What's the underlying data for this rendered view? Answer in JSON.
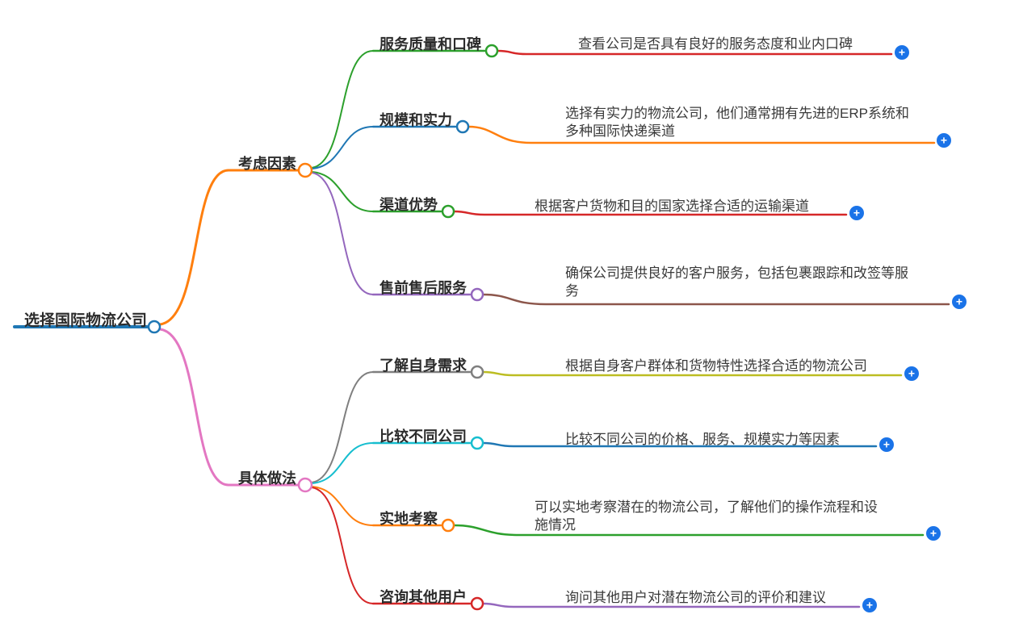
{
  "root": {
    "label": "选择国际物流公司",
    "color": "#1f77b4"
  },
  "branches": [
    {
      "label": "考虑因素",
      "color": "#ff7f0e",
      "children": [
        {
          "label": "服务质量和口碑",
          "color": "#2ca02c",
          "desc": "查看公司是否具有良好的服务态度和业内口碑",
          "desc_color": "#d62728"
        },
        {
          "label": "规模和实力",
          "color": "#1f77b4",
          "desc": "选择有实力的物流公司，他们通常拥有先进的ERP系统和\n多种国际快递渠道",
          "desc_color": "#ff7f0e"
        },
        {
          "label": "渠道优势",
          "color": "#2ca02c",
          "desc": "根据客户货物和目的国家选择合适的运输渠道",
          "desc_color": "#d62728"
        },
        {
          "label": "售前售后服务",
          "color": "#9467bd",
          "desc": "确保公司提供良好的客户服务，包括包裹跟踪和改签等服\n务",
          "desc_color": "#8c564b"
        }
      ]
    },
    {
      "label": "具体做法",
      "color": "#e377c2",
      "children": [
        {
          "label": "了解自身需求",
          "color": "#7f7f7f",
          "desc": "根据自身客户群体和货物特性选择合适的物流公司",
          "desc_color": "#bcbd22"
        },
        {
          "label": "比较不同公司",
          "color": "#17becf",
          "desc": "比较不同公司的价格、服务、规模实力等因素",
          "desc_color": "#1f77b4"
        },
        {
          "label": "实地考察",
          "color": "#ff7f0e",
          "desc": "可以实地考察潜在的物流公司，了解他们的操作流程和设\n施情况",
          "desc_color": "#2ca02c"
        },
        {
          "label": "咨询其他用户",
          "color": "#d62728",
          "desc": "询问其他用户对潜在物流公司的评价和建议",
          "desc_color": "#9467bd"
        }
      ]
    }
  ],
  "expand_button": {
    "symbol": "+",
    "color": "#1a73e8"
  }
}
